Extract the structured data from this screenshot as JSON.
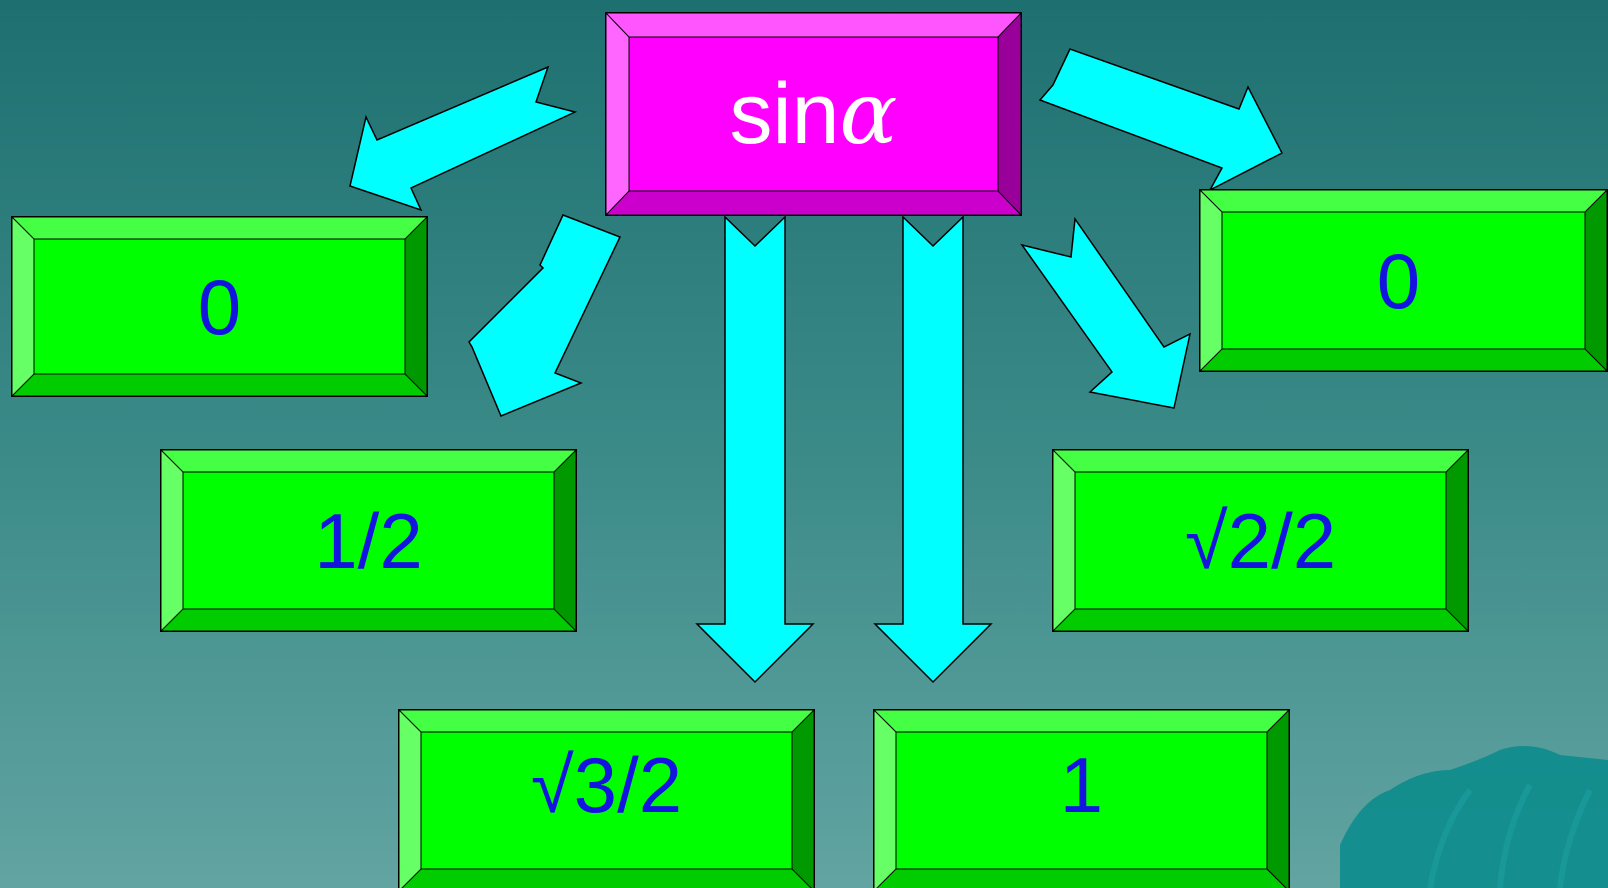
{
  "center": {
    "text": "sin",
    "symbol": "α"
  },
  "values": [
    {
      "id": "top-left",
      "text": "0"
    },
    {
      "id": "top-right",
      "text": "0"
    },
    {
      "id": "mid-left",
      "text": "1/2"
    },
    {
      "id": "mid-right",
      "text": "√2/2"
    },
    {
      "id": "bottom-left",
      "text": "√3/2"
    },
    {
      "id": "bottom-right",
      "text": "1"
    }
  ],
  "colors": {
    "arrow": "#00ffff",
    "value_box": "#00ff00",
    "center_box": "#ff22ee",
    "value_text": "#1414e0",
    "center_text": "#ffffff"
  }
}
